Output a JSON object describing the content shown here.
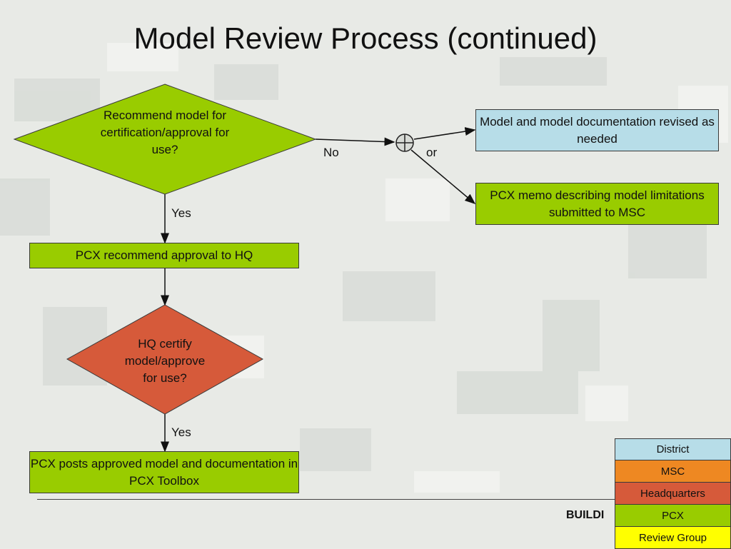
{
  "title": "Model Review Process (continued)",
  "nodes": {
    "decision1": "Recommend model for certification/approval for use?",
    "revised": "Model and model documentation revised as needed",
    "memo": "PCX memo describing model limitations submitted to MSC",
    "recommend": "PCX recommend approval to HQ",
    "decision2": "HQ certify model/approve for use?",
    "posts": "PCX posts approved model and documentation in PCX Toolbox"
  },
  "labels": {
    "no": "No",
    "or": "or",
    "yes1": "Yes",
    "yes2": "Yes"
  },
  "footer": "BUILDI",
  "legend": [
    {
      "label": "District",
      "color": "#b7dde8"
    },
    {
      "label": "MSC",
      "color": "#ee8822"
    },
    {
      "label": "Headquarters",
      "color": "#d65a3a"
    },
    {
      "label": "PCX",
      "color": "#99cc00"
    },
    {
      "label": "Review Group",
      "color": "#ffff00"
    }
  ],
  "colors": {
    "decision1": "#99cc00",
    "decision2": "#d65a3a",
    "pcx": "#99cc00",
    "district": "#b7dde8"
  }
}
